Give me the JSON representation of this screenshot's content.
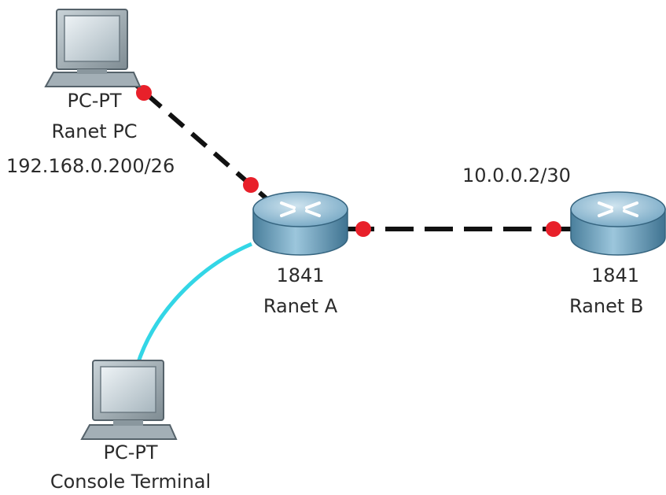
{
  "diagram": {
    "devices": [
      {
        "id": "ranet-pc",
        "model": "PC-PT",
        "name": "Ranet PC",
        "address": "192.168.0.200/26"
      },
      {
        "id": "ranet-a",
        "model": "1841",
        "name": "Ranet A"
      },
      {
        "id": "ranet-b",
        "model": "1841",
        "name": "Ranet B",
        "address": "10.0.0.2/30"
      },
      {
        "id": "console-terminal",
        "model": "PC-PT",
        "name": "Console Terminal"
      }
    ],
    "links": [
      {
        "from": "Ranet PC",
        "to": "Ranet A",
        "type": "dashed-black",
        "status": "down"
      },
      {
        "from": "Ranet A",
        "to": "Ranet B",
        "type": "dashed-black",
        "status": "down"
      },
      {
        "from": "Console Terminal",
        "to": "Ranet A",
        "type": "console",
        "color": "#33d6e6"
      }
    ],
    "colors": {
      "link_down": "#e8202a",
      "console_cable": "#33d6e6",
      "router_body": "#6fa3c1"
    }
  }
}
